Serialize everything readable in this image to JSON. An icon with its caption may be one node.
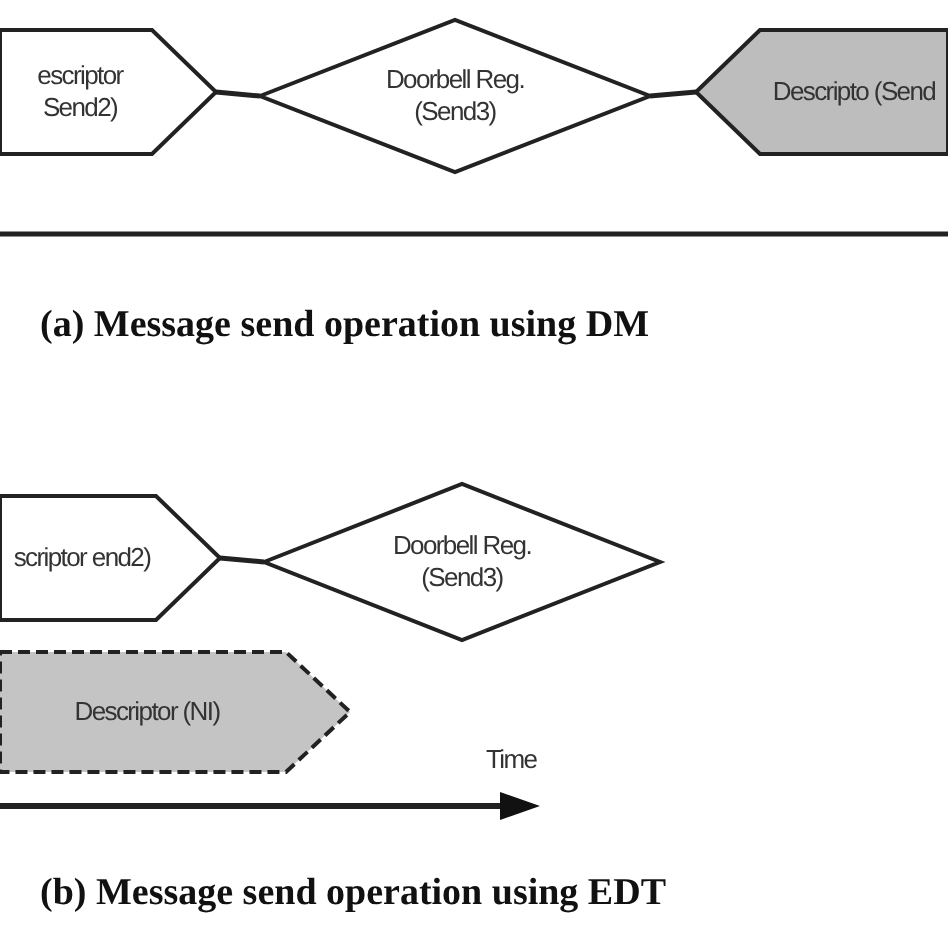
{
  "diagram": {
    "nodes": [
      {
        "text": [
          "escriptor Send2)"
        ]
      },
      {
        "text": [
          "Doorbell Reg. (Send3)"
        ]
      },
      {
        "text": [
          "Descripto (Send"
        ]
      },
      {
        "text": [
          "scriptor end2)"
        ]
      },
      {
        "text": [
          "Doorbell Reg. (Send3)"
        ]
      },
      {
        "text": [
          "Descriptor (NI)"
        ]
      }
    ],
    "edges": [
      {
        "from": 0,
        "to": 1,
        "arrow": "none"
      },
      {
        "from": 1,
        "to": 2,
        "arrow": "none"
      },
      {
        "from": 3,
        "to": 4,
        "arrow": "none"
      }
    ],
    "labels": [
      "(a) Message send operation using DM",
      "Time",
      "(b) Message send operation using EDT"
    ]
  }
}
